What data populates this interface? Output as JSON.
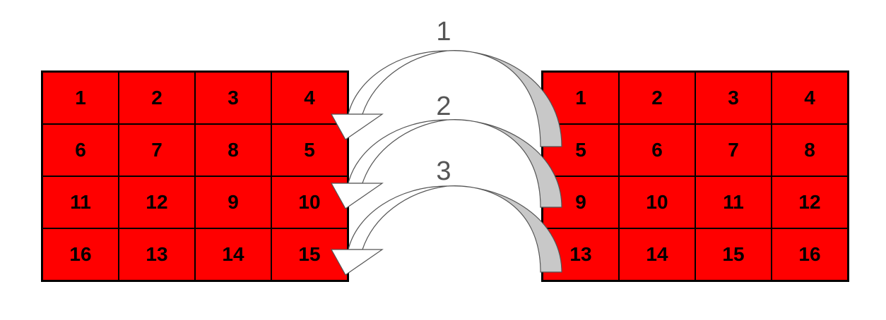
{
  "colors": {
    "cell_fill": "#ff0000",
    "cell_border": "#000000",
    "cell_text": "#000000",
    "arrow_fill": "#ffffff",
    "arrow_shade": "#c8c8c8",
    "arrow_stroke": "#555555",
    "label": "#555555"
  },
  "left_grid": {
    "rows": [
      [
        "1",
        "2",
        "3",
        "4"
      ],
      [
        "6",
        "7",
        "8",
        "5"
      ],
      [
        "11",
        "12",
        "9",
        "10"
      ],
      [
        "16",
        "13",
        "14",
        "15"
      ]
    ]
  },
  "right_grid": {
    "rows": [
      [
        "1",
        "2",
        "3",
        "4"
      ],
      [
        "5",
        "6",
        "7",
        "8"
      ],
      [
        "9",
        "10",
        "11",
        "12"
      ],
      [
        "13",
        "14",
        "15",
        "16"
      ]
    ]
  },
  "steps": [
    {
      "label": "1"
    },
    {
      "label": "2"
    },
    {
      "label": "3"
    }
  ]
}
